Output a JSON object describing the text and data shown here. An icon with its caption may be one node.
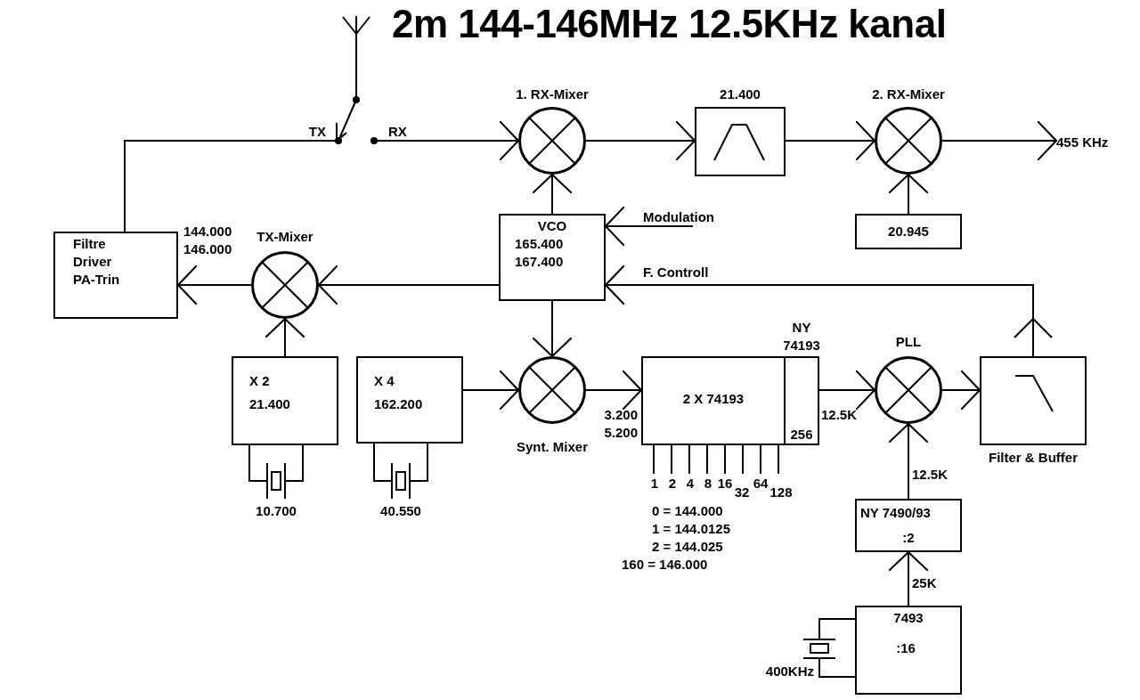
{
  "diagram": {
    "title": "2m 144-146MHz 12.5KHz kanal",
    "nodes": [
      {
        "text": [],
        "shape": "antenna"
      },
      {
        "text": [],
        "shape": "switch",
        "beside": [
          "TX",
          "RX"
        ]
      },
      {
        "text": [
          "1. RX-Mixer"
        ]
      },
      {
        "text": [
          "21.400"
        ]
      },
      {
        "text": [
          "2. RX-Mixer"
        ]
      },
      {
        "text": [
          "455 KHz"
        ]
      },
      {
        "text": [
          "20.945"
        ]
      },
      {
        "text": [
          "VCO",
          "165.400 167.400"
        ]
      },
      {
        "text": [
          "Filtre Driver PA-Trin"
        ]
      },
      {
        "text": [
          "TX-Mixer"
        ]
      },
      {
        "text": [
          "X 2",
          "21.400"
        ]
      },
      {
        "text": [
          "X 4",
          "162.200"
        ]
      },
      {
        "text": [
          "Synt. Mixer"
        ]
      },
      {
        "text": [
          "2 X 74193"
        ]
      },
      {
        "text": [
          "NY 74193",
          "256"
        ]
      },
      {
        "text": [
          "PLL"
        ]
      },
      {
        "text": [
          "Filter & Buffer"
        ]
      },
      {
        "text": [
          "NY 7490/93",
          ":2"
        ]
      },
      {
        "text": [
          "7493",
          ":16"
        ],
        "beside": [
          "400KHz"
        ]
      }
    ],
    "edges": [
      {
        "from": 0,
        "to": 1,
        "arrow": "other"
      },
      {
        "from": 1,
        "to": 2,
        "arrow": "to"
      },
      {
        "from": 1,
        "to": 8,
        "arrow": "none"
      },
      {
        "from": 2,
        "to": 3,
        "arrow": "to"
      },
      {
        "from": 3,
        "to": 4,
        "arrow": "to"
      },
      {
        "from": 4,
        "to": 5,
        "arrow": "to"
      },
      {
        "from": 6,
        "to": 4,
        "arrow": "to"
      },
      {
        "from": 7,
        "to": 2,
        "arrow": "to"
      },
      {
        "from": null,
        "to": 7,
        "arrow": "to",
        "label": "Modulation"
      },
      {
        "from": 7,
        "to": 9,
        "arrow": "to"
      },
      {
        "from": 9,
        "to": 8,
        "arrow": "to",
        "label": "144.000 146.000"
      },
      {
        "from": 10,
        "to": 9,
        "arrow": "to"
      },
      {
        "from": 7,
        "to": 12,
        "arrow": "to"
      },
      {
        "from": 11,
        "to": 12,
        "arrow": "to"
      },
      {
        "from": 12,
        "to": 13,
        "arrow": "to",
        "label": "3.200 5.200"
      },
      {
        "from": 14,
        "to": 15,
        "arrow": "to",
        "label": "12.5K"
      },
      {
        "from": 15,
        "to": 16,
        "arrow": "to"
      },
      {
        "from": 16,
        "to": 7,
        "arrow": "to",
        "label": "F. Controll"
      },
      {
        "from": 17,
        "to": 15,
        "arrow": "to",
        "label": "12.5K"
      },
      {
        "from": 18,
        "to": 17,
        "arrow": "to",
        "label": "25K"
      }
    ],
    "labels": [
      "1",
      "2",
      "4",
      "8",
      "16",
      "32",
      "64",
      "128",
      "10.700",
      "40.550",
      "0 = 144.000",
      "1 = 144.0125",
      "2 = 144.025",
      "160 = 146.000"
    ]
  }
}
